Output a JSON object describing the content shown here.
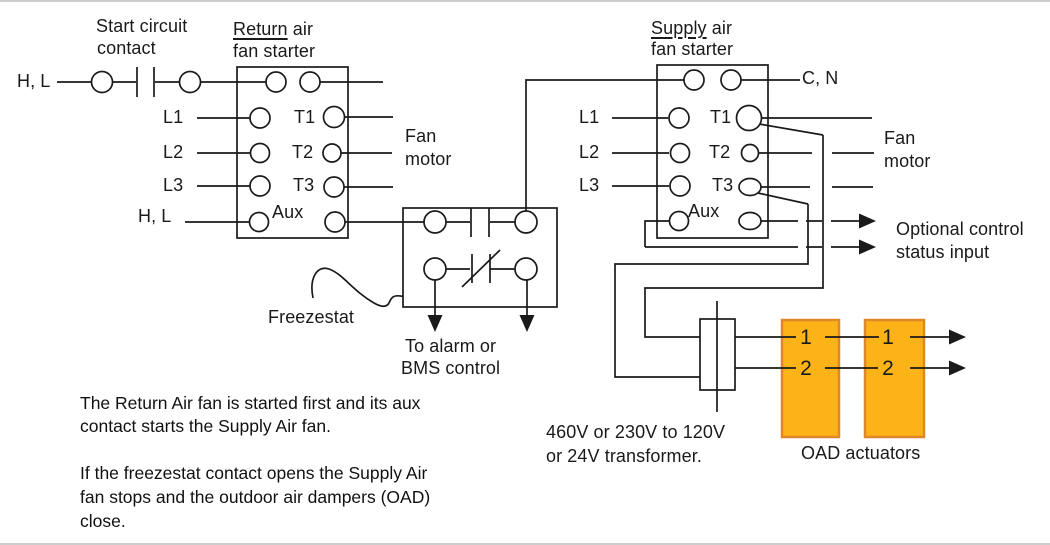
{
  "labels": {
    "start_circuit_line1": "Start circuit",
    "start_circuit_line2": "contact",
    "hl": "H, L",
    "return_starter": {
      "underlined": "Return",
      "rest": " air",
      "line2": "fan starter"
    },
    "supply_starter": {
      "underlined": "Supply",
      "rest": " air",
      "line2": "fan starter"
    },
    "l1": "L1",
    "l2": "L2",
    "l3": "L3",
    "t1": "T1",
    "t2": "T2",
    "t3": "T3",
    "aux": "Aux",
    "cn": "C, N",
    "fan": "Fan",
    "motor": "motor",
    "freezestat": "Freezestat",
    "alarm_line1": "To alarm or",
    "alarm_line2": "BMS control",
    "optional_line1": "Optional control",
    "optional_line2": "status input",
    "transformer_line1": "460V or 230V to 120V",
    "transformer_line2": "or 24V transformer.",
    "oad_actuators": "OAD actuators",
    "terminal_1": "1",
    "terminal_2": "2"
  },
  "notes": {
    "para1": [
      "The Return Air fan is started first and its aux",
      "contact starts the Supply Air fan."
    ],
    "para2": [
      "If the freezestat contact opens the Supply Air",
      "fan stops and the outdoor air dampers (OAD)",
      "close."
    ]
  },
  "colors": {
    "line": "#1a1a1a",
    "oad_fill": "#FBB317",
    "oad_border": "#E0872A"
  }
}
